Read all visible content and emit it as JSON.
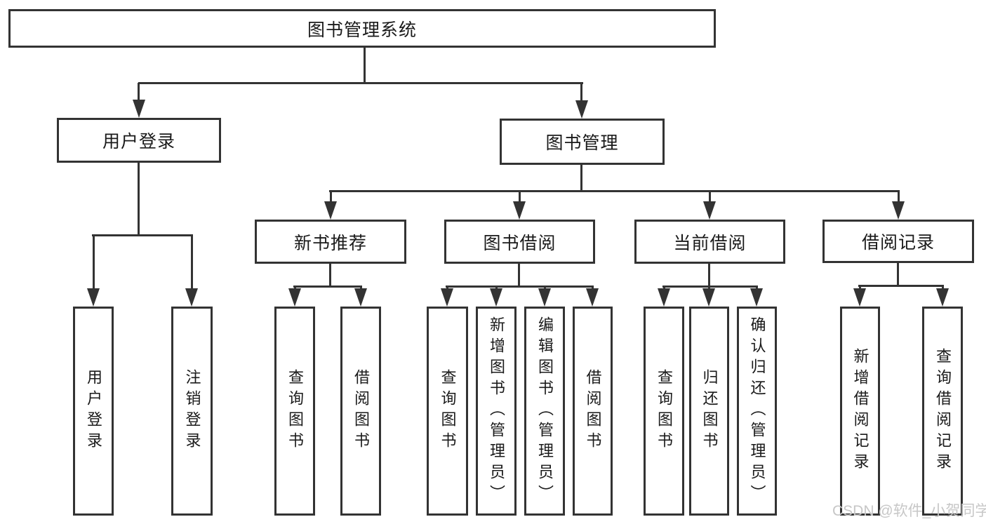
{
  "diagram": {
    "root": {
      "label": "图书管理系统",
      "children": [
        {
          "label": "用户登录",
          "children": [
            {
              "label": "用户登录"
            },
            {
              "label": "注销登录"
            }
          ]
        },
        {
          "label": "图书管理",
          "children": [
            {
              "label": "新书推荐",
              "children": [
                {
                  "label": "查询图书"
                },
                {
                  "label": "借阅图书"
                }
              ]
            },
            {
              "label": "图书借阅",
              "children": [
                {
                  "label": "查询图书"
                },
                {
                  "label": "新增图书（管理员）"
                },
                {
                  "label": "编辑图书（管理员）"
                },
                {
                  "label": "借阅图书"
                }
              ]
            },
            {
              "label": "当前借阅",
              "children": [
                {
                  "label": "查询图书"
                },
                {
                  "label": "归还图书"
                },
                {
                  "label": "确认归还（管理员）"
                }
              ]
            },
            {
              "label": "借阅记录",
              "children": [
                {
                  "label": "新增借阅记录"
                },
                {
                  "label": "查询借阅记录"
                }
              ]
            }
          ]
        }
      ]
    }
  },
  "watermark": {
    "text": "CSDN @软件_小贺同学"
  },
  "colors": {
    "line": "#333333",
    "box_border": "#333333",
    "box_fill": "#ffffff",
    "text": "#1a1a1a",
    "watermark": "#c7c7c7",
    "background": "#ffffff"
  }
}
